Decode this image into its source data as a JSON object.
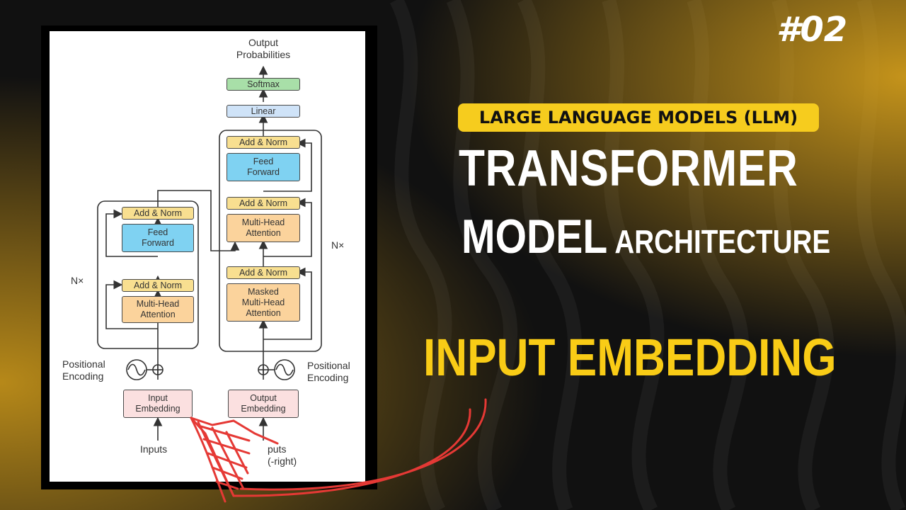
{
  "episode": "#02",
  "badge": "LARGE LANGUAGE MODELS (LLM)",
  "title_line1": "TRANSFORMER",
  "title_line2_big": "MODEL",
  "title_line2_small": "ARCHITECTURE",
  "highlight": "INPUT EMBEDDING",
  "colors": {
    "accent": "#f6cc1e",
    "arrow": "#e53935",
    "background": "#0d0d0d"
  },
  "diagram": {
    "output_title": [
      "Output",
      "Probabilities"
    ],
    "softmax": "Softmax",
    "linear": "Linear",
    "add_norm": "Add & Norm",
    "feed_forward": [
      "Feed",
      "Forward"
    ],
    "multi_head": [
      "Multi-Head",
      "Attention"
    ],
    "masked_multi_head": [
      "Masked",
      "Multi-Head",
      "Attention"
    ],
    "nx": "N×",
    "positional_encoding": [
      "Positional",
      "Encoding"
    ],
    "input_embedding": [
      "Input",
      "Embedding"
    ],
    "output_embedding": [
      "Output",
      "Embedding"
    ],
    "inputs": "Inputs",
    "outputs_partial": [
      "puts",
      "(-right)"
    ]
  }
}
